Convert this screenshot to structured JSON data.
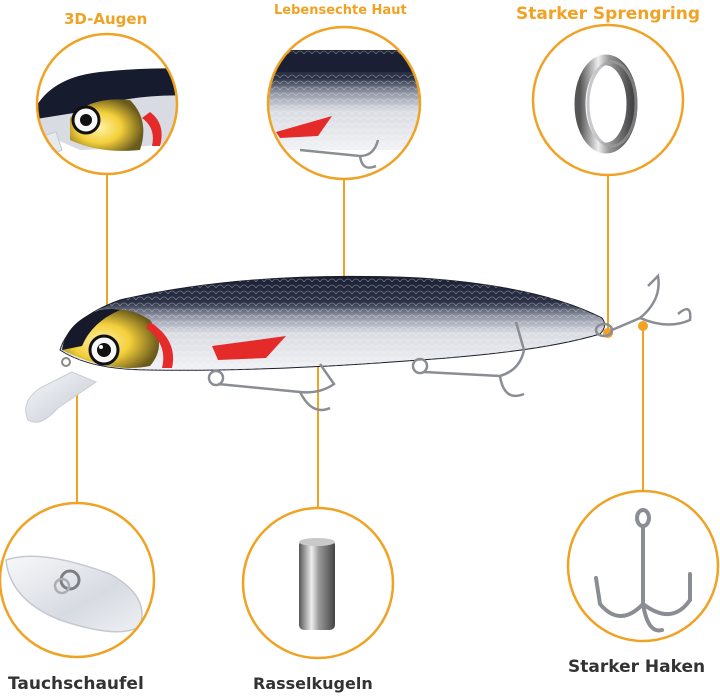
{
  "labels": {
    "eyes": "3D-Augen",
    "skin": "Lebensechte Haut",
    "ring": "Starker Sprengring",
    "lip": "Tauchschaufel",
    "rattle": "Rasselkugeln",
    "hook": "Starker Haken"
  },
  "colors": {
    "accent": "#f0a225",
    "label_dark": "#333333",
    "lure_back": "#161a2e",
    "lure_belly": "#dfe0e6",
    "gill_red": "#e52a2a",
    "head_yellow": "#f3cf3a"
  }
}
